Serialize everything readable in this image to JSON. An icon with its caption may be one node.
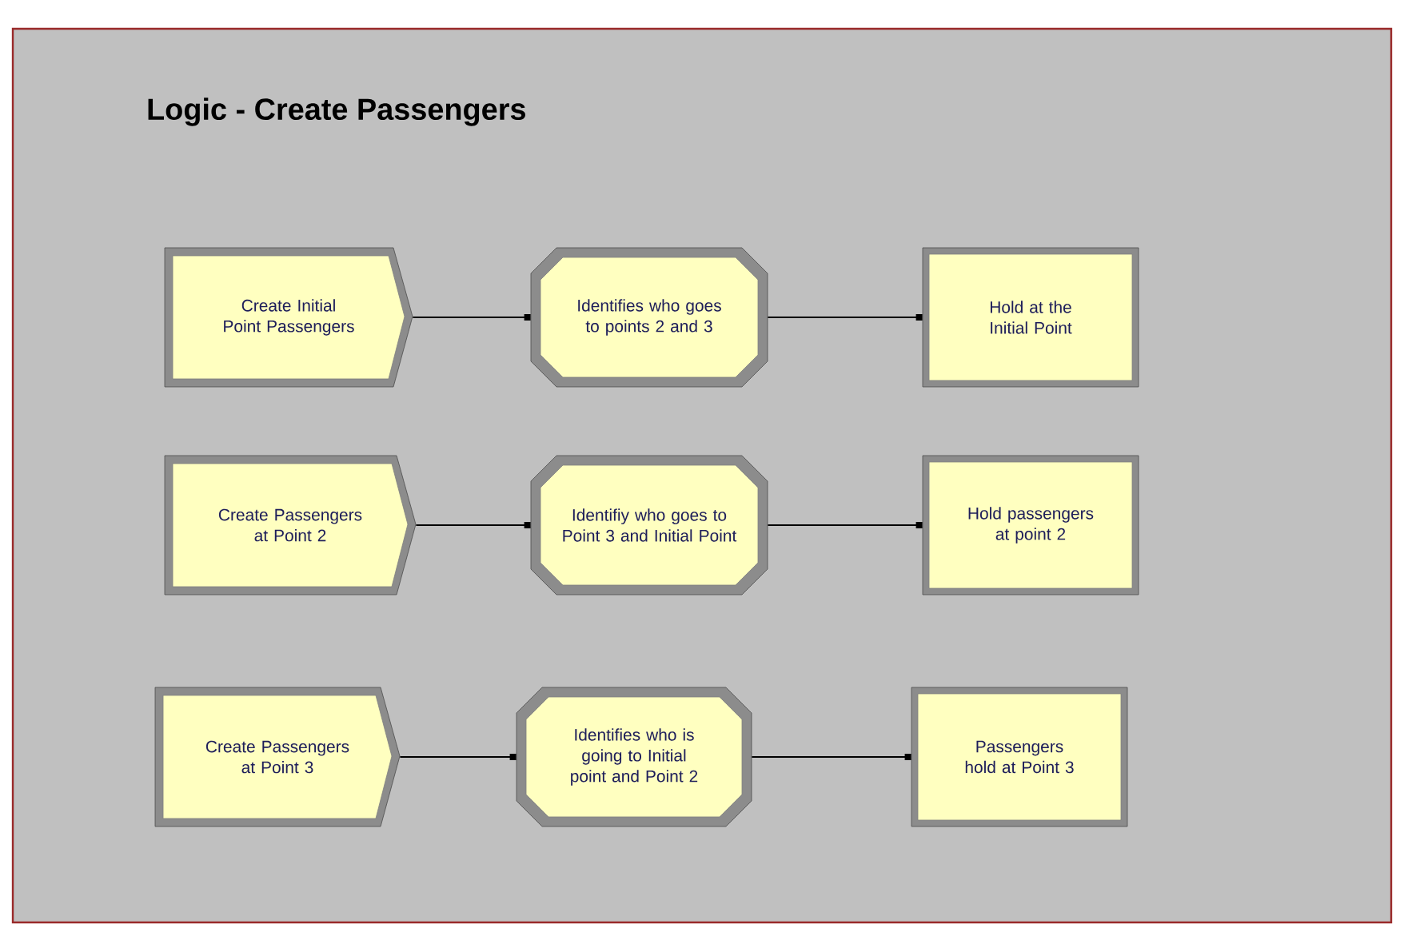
{
  "diagram": {
    "title": "Logic - Create Passengers",
    "nodes": [
      {
        "text": [
          "Create Initial Point Passengers"
        ]
      },
      {
        "text": [
          "Identifies who goes to points 2 and 3"
        ]
      },
      {
        "text": [
          "Hold at the Initial Point"
        ]
      },
      {
        "text": [
          "Create Passengers at Point 2"
        ]
      },
      {
        "text": [
          "Identifiy who goes to Point 3 and Initial Point"
        ]
      },
      {
        "text": [
          "Hold passengers at point 2"
        ]
      },
      {
        "text": [
          "Create Passengers at Point 3"
        ]
      },
      {
        "text": [
          "Identifies who is going to Initial point and Point 2"
        ]
      },
      {
        "text": [
          "Passengers hold at Point 3"
        ]
      }
    ],
    "edges": [
      {
        "from": 0,
        "to": 1,
        "arrow": "other"
      },
      {
        "from": 1,
        "to": 2,
        "arrow": "other"
      },
      {
        "from": 3,
        "to": 4,
        "arrow": "other"
      },
      {
        "from": 4,
        "to": 5,
        "arrow": "other"
      },
      {
        "from": 6,
        "to": 7,
        "arrow": "other"
      },
      {
        "from": 7,
        "to": 8,
        "arrow": "other"
      }
    ]
  }
}
